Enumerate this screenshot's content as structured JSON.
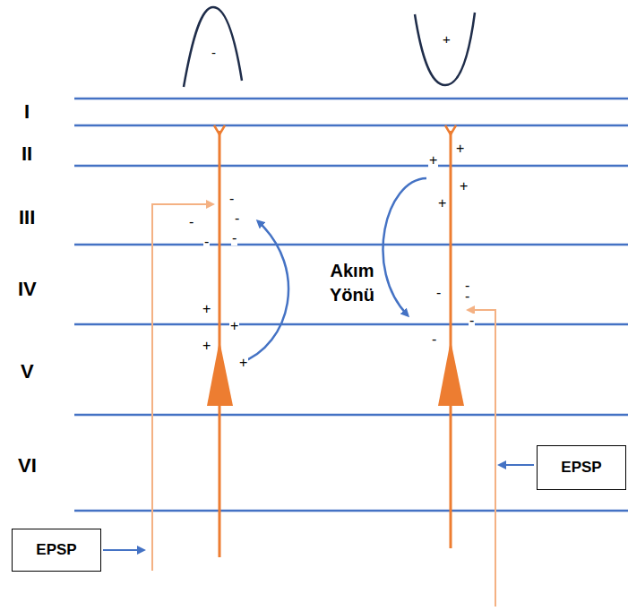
{
  "diagram": {
    "nodes": [
      {
        "text": [
          "EPSP"
        ]
      },
      {
        "text": [
          "EPSP"
        ]
      }
    ],
    "labels": [
      "I",
      "II",
      "III",
      "IV",
      "V",
      "VI",
      "-",
      "+",
      "Akım Yönü",
      "-",
      "-",
      "-",
      "-",
      "-",
      "+",
      "+",
      "+",
      "+",
      "+",
      "+",
      "+",
      "+",
      "-",
      "-",
      "-",
      "-",
      "-"
    ]
  }
}
